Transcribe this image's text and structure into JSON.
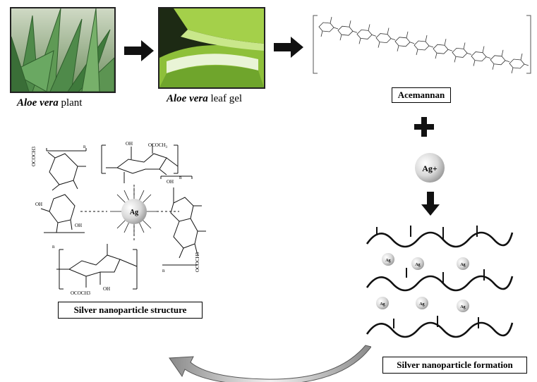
{
  "plant": {
    "caption_italic": "Aloe vera",
    "caption_rest": " plant"
  },
  "gel": {
    "caption_italic": "Aloe vera",
    "caption_rest": " leaf gel"
  },
  "acemannan": {
    "label": "Acemannan"
  },
  "ion": {
    "label": "Ag+"
  },
  "formation": {
    "label": "Silver nanoparticle formation",
    "particle_label": "Ag"
  },
  "structure": {
    "label": "Silver nanoparticle structure",
    "center_label": "Ag",
    "group_oh": "OH",
    "group_acetyl": "OCOCH3",
    "group_acetyl_top": "OCOCH",
    "group_sub": "3",
    "repeat_n": "n"
  },
  "colors": {
    "arrow": "#111111",
    "plant_green": "#4f8a4a",
    "gel_green": "#9acb3c",
    "sphere": "#d8d8d8"
  }
}
